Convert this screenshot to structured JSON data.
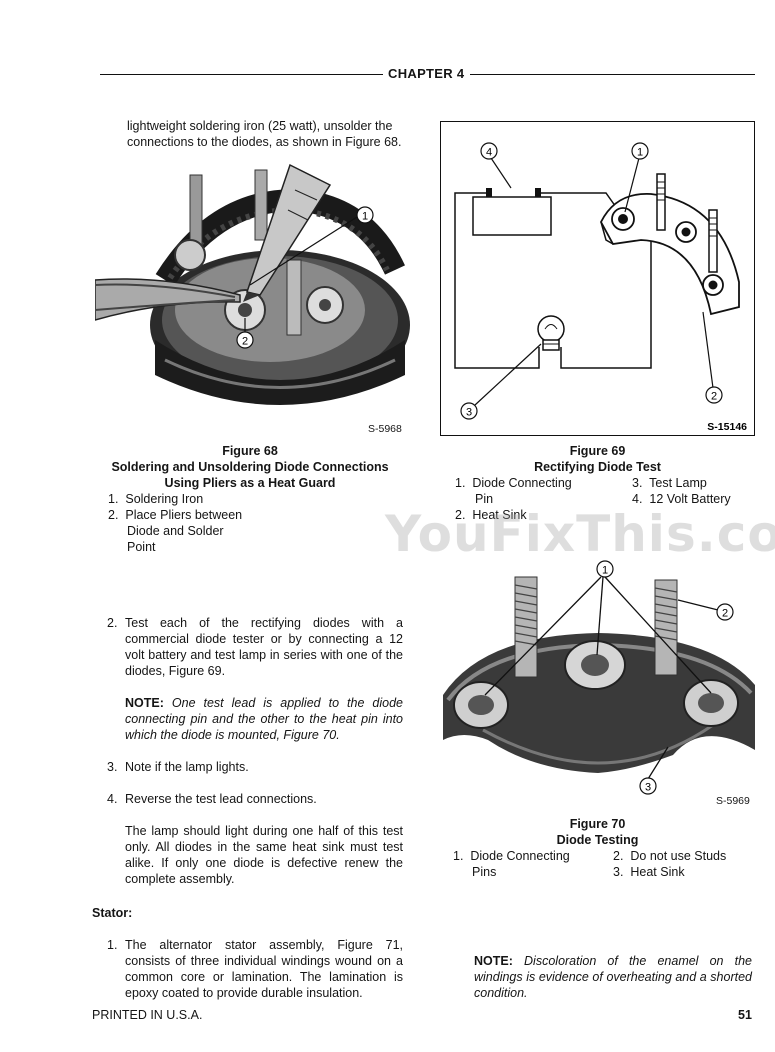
{
  "header": {
    "chapter": "CHAPTER 4"
  },
  "intro_text": "lightweight soldering iron (25 watt), unsolder the connections to the diodes, as shown in Figure 68.",
  "fig68": {
    "code": "S-5968",
    "title": "Figure 68",
    "subtitle_1": "Soldering and Unsoldering Diode Connections",
    "subtitle_2": "Using Pliers as a Heat Guard",
    "callout_1": "1",
    "callout_2": "2",
    "items": [
      "1.  Soldering Iron",
      "2.  Place Pliers between",
      "Diode and Solder",
      "Point"
    ]
  },
  "fig69": {
    "code": "S-15146",
    "title": "Figure 69",
    "subtitle": "Rectifying Diode Test",
    "callouts": [
      "1",
      "2",
      "3",
      "4"
    ],
    "items_left": [
      "1.  Diode Connecting",
      "Pin",
      "2.  Heat Sink"
    ],
    "items_right": [
      "3.  Test Lamp",
      "4.  12 Volt Battery"
    ]
  },
  "fig70": {
    "code": "S-5969",
    "title": "Figure 70",
    "subtitle": "Diode Testing",
    "callouts": [
      "1",
      "2",
      "3"
    ],
    "items_left": [
      "1.  Diode Connecting",
      "Pins"
    ],
    "items_right": [
      "2.  Do not use Studs",
      "3.  Heat Sink"
    ]
  },
  "watermark": "YouFixThis.com",
  "steps": {
    "s2_num": "2.",
    "s2_text": "Test each of the rectifying diodes with a commercial diode tester or by connecting a 12 volt battery and test lamp in series with one of the diodes, Figure 69.",
    "note_label": "NOTE:",
    "note_text": "One test lead is applied to the diode connecting pin and the other to the heat pin into which the diode is mounted, Figure 70.",
    "s3_num": "3.",
    "s3_text": "Note if the lamp lights.",
    "s4_num": "4.",
    "s4_text": "Reverse the test lead connections.",
    "lamp_text": "The lamp should light during one half of this test only. All diodes in the same heat sink must test alike. If only one diode is defective renew the complete assembly."
  },
  "stator": {
    "heading": "Stator:",
    "s1_num": "1.",
    "s1_text": "The alternator stator assembly, Figure 71, consists of three individual windings wound on a common core or lamination. The lamination is epoxy coated to provide durable insulation."
  },
  "right_note": {
    "label": "NOTE:",
    "text": "Discoloration of the enamel on the windings is evidence of overheating and a shorted condition."
  },
  "footer": {
    "printed": "PRINTED IN U.S.A.",
    "page": "51"
  }
}
